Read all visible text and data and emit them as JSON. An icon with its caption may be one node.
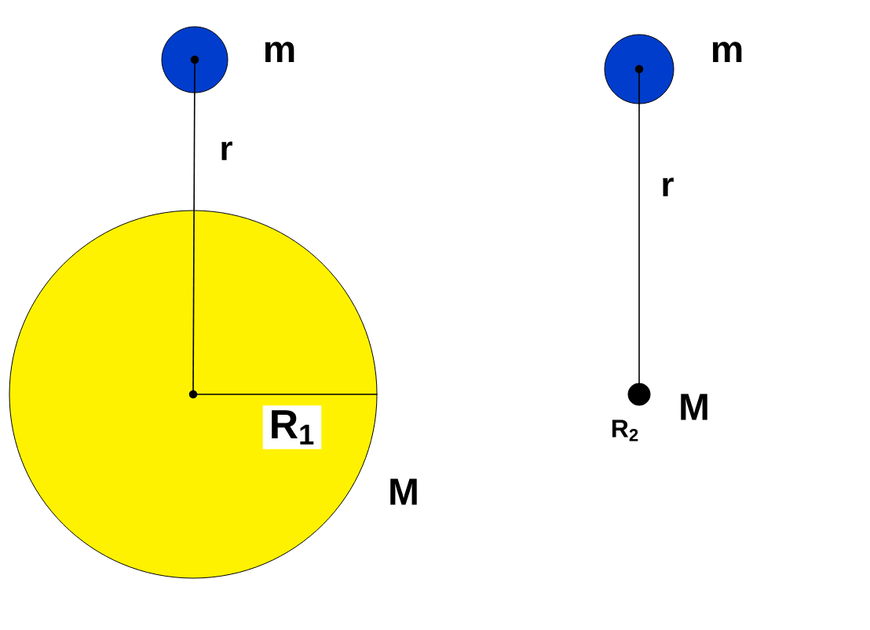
{
  "diagram": {
    "nodes": [
      {
        "text": [],
        "shape": "circle",
        "beside": [
          "m"
        ]
      },
      {
        "text": [],
        "shape": "circle",
        "beside": [
          "M"
        ]
      },
      {
        "text": [],
        "shape": "circle",
        "beside": [
          "m"
        ]
      },
      {
        "text": [],
        "shape": "circle",
        "beside": [
          "M"
        ]
      }
    ],
    "edges": [
      {
        "from": 0,
        "to": 1,
        "arrow": "none",
        "label": "r"
      },
      {
        "from": 2,
        "to": 3,
        "arrow": "none",
        "label": "r"
      }
    ],
    "labels": [
      "R$_{1}$",
      "R$_{2}$"
    ]
  }
}
